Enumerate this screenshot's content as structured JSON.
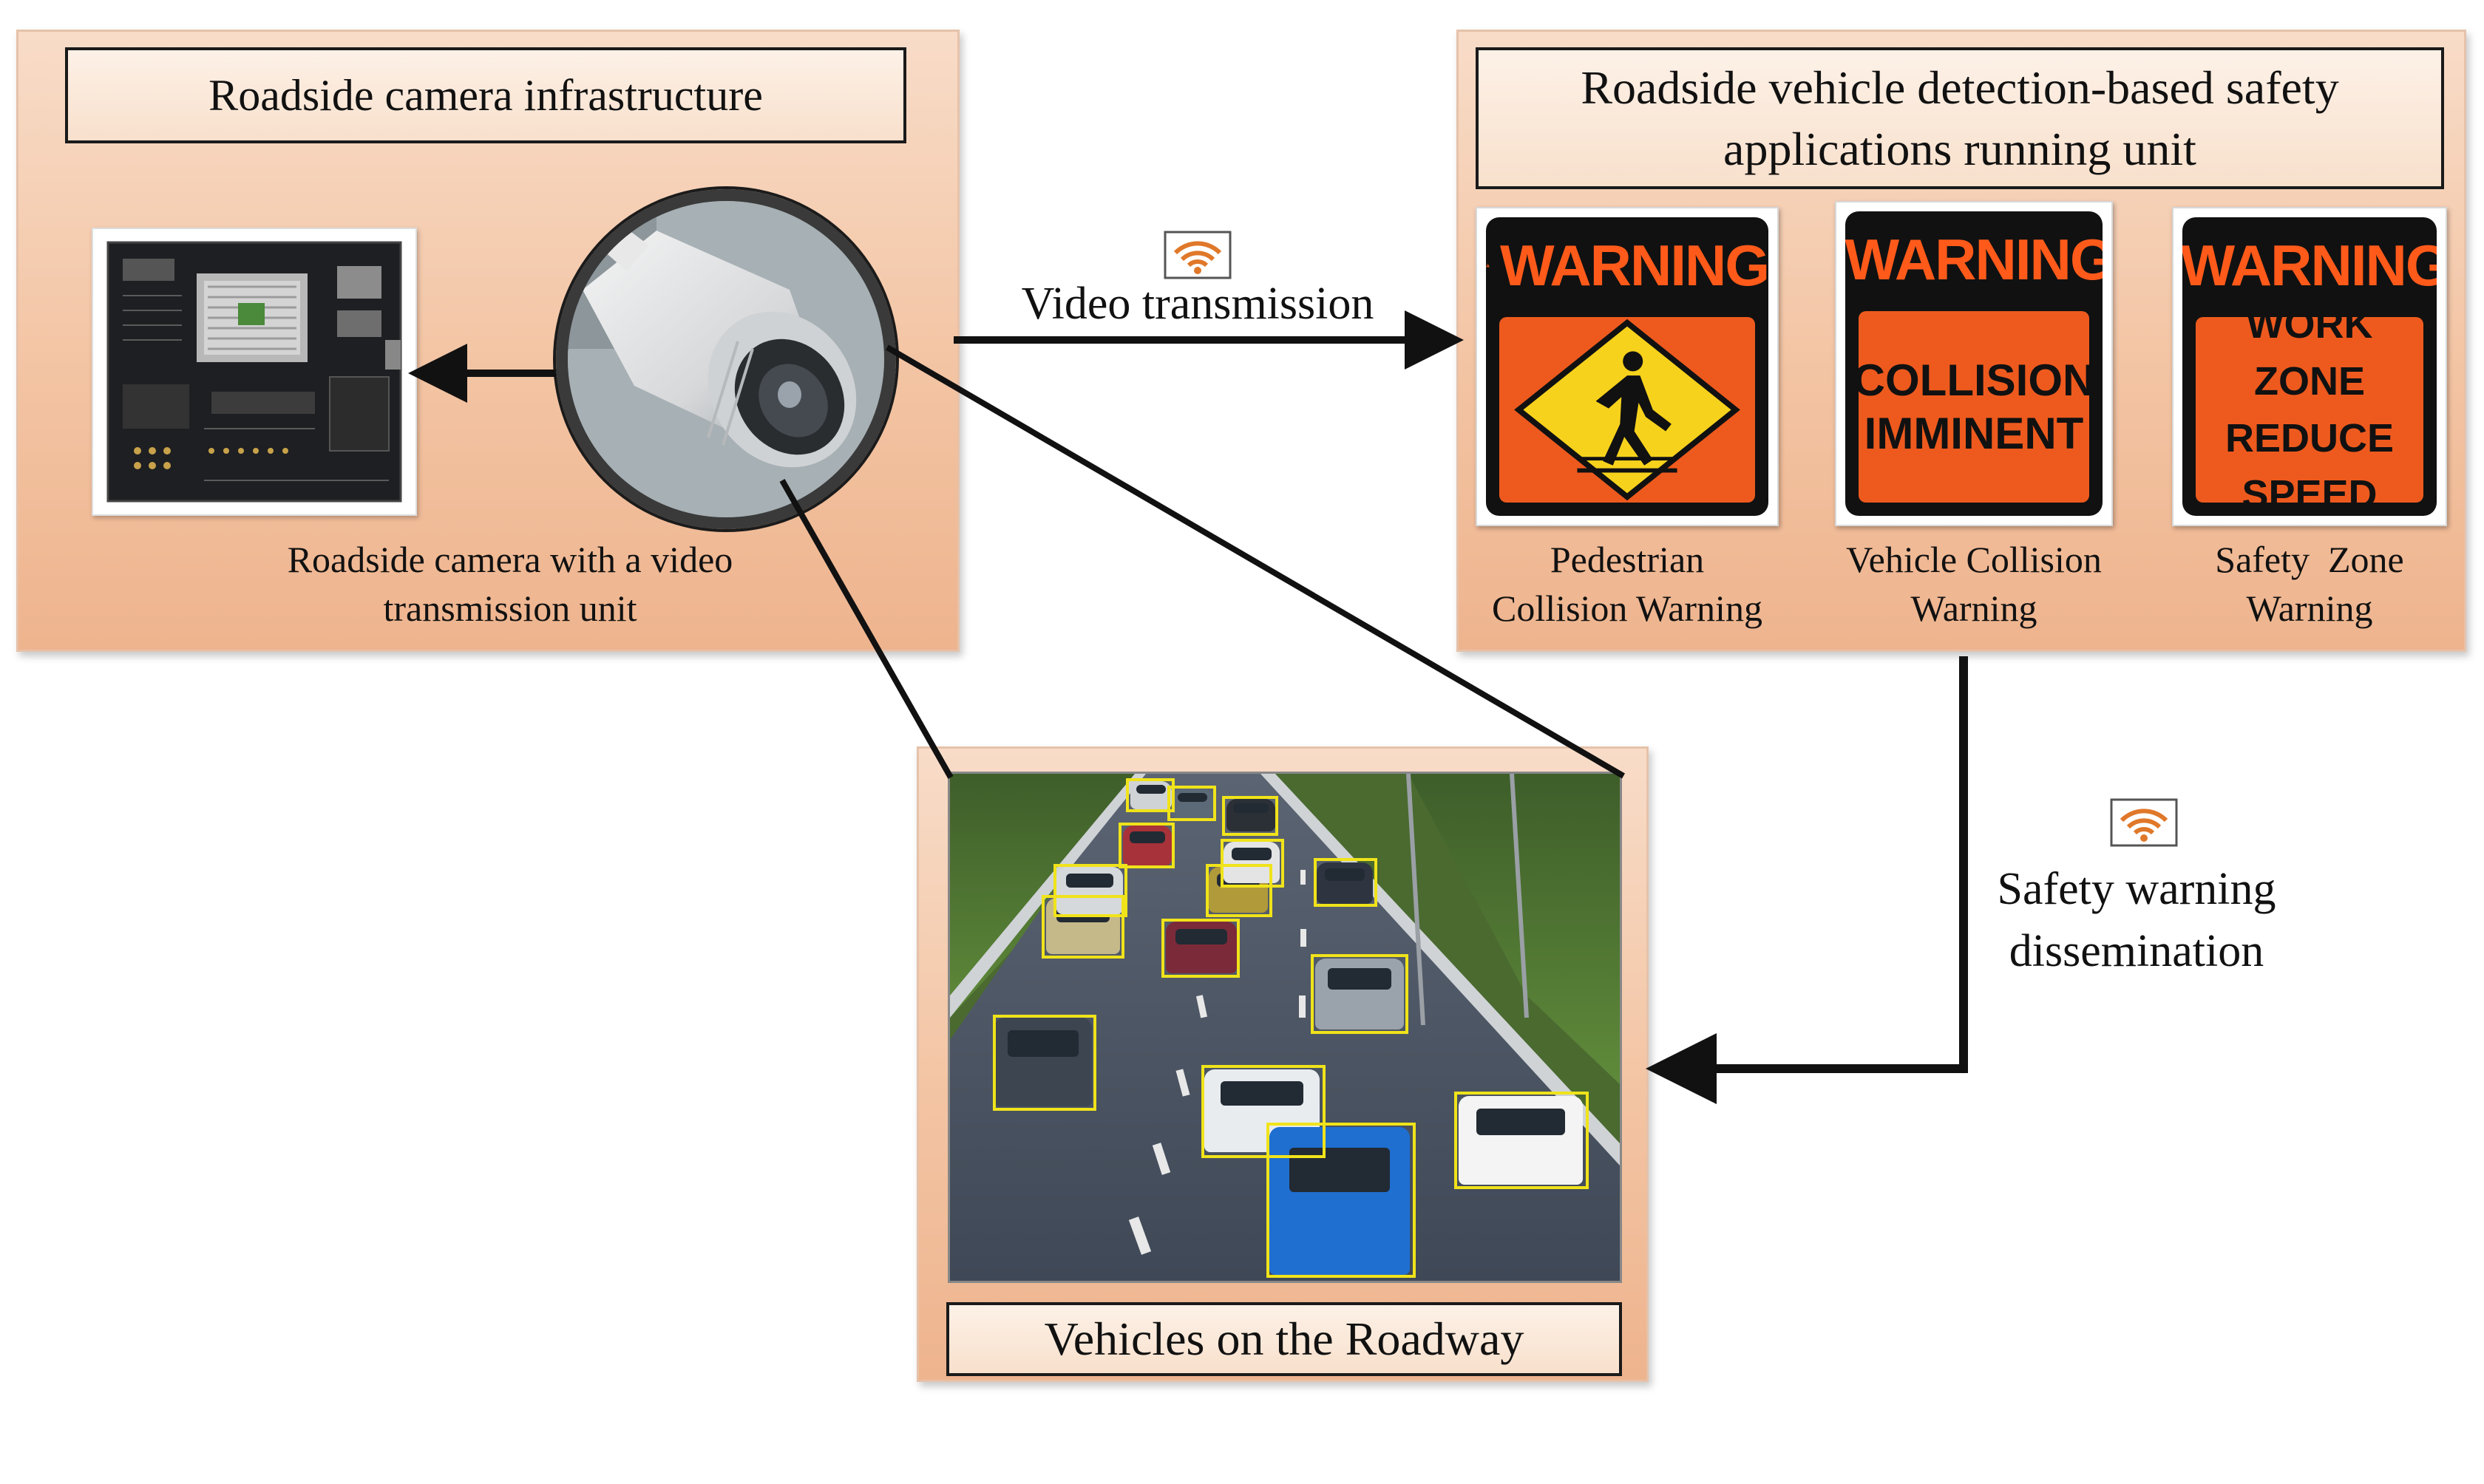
{
  "left_panel": {
    "title": "Roadside camera infrastructure",
    "caption_line1": "Roadside camera with a video",
    "caption_line2": "transmission unit"
  },
  "right_panel": {
    "title_line1": "Roadside vehicle detection-based safety",
    "title_line2": "applications running unit",
    "signs": [
      {
        "header": "WARNING",
        "body_lines": [],
        "caption_line1": "Pedestrian",
        "caption_line2": "Collision Warning"
      },
      {
        "header": "WARNING",
        "body_lines": [
          "COLLISION",
          "IMMINENT"
        ],
        "caption_line1": "Vehicle Collision",
        "caption_line2": "Warning"
      },
      {
        "header": "WARNING",
        "body_lines": [
          "WORK ZONE",
          "REDUCE",
          "SPEED"
        ],
        "caption_line1": "Safety  Zone",
        "caption_line2": "Warning"
      }
    ]
  },
  "links": {
    "video_transmission": "Video transmission",
    "safety_line1": "Safety warning",
    "safety_line2": "dissemination"
  },
  "bottom_panel": {
    "title": "Vehicles on the Roadway"
  },
  "icons": {
    "wireless": "wifi-icon",
    "warning": "warning-triangle-icon",
    "pedestrian": "pedestrian-crossing-icon",
    "camera": "security-camera-icon",
    "board": "circuit-board-icon"
  },
  "colors": {
    "panel_fill": "#f3c4a3",
    "sign_orange": "#ee5a1e",
    "sign_yellow": "#f7d21c",
    "bbox_yellow": "#f0e31a",
    "wifi_orange": "#e0782a"
  }
}
